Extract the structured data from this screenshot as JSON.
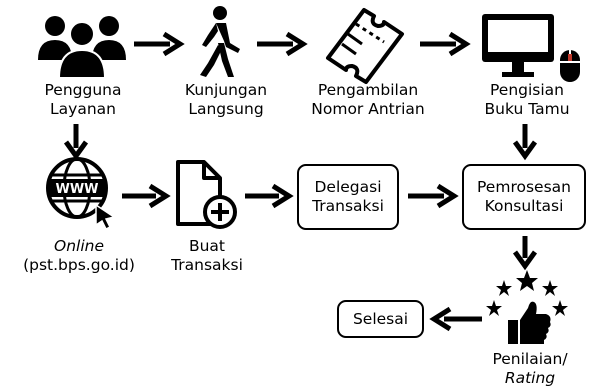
{
  "nodes": {
    "pengguna": {
      "line1": "Pengguna",
      "line2": "Layanan",
      "icon": "users-icon"
    },
    "kunjungan": {
      "line1": "Kunjungan",
      "line2": "Langsung",
      "icon": "walking-person-icon"
    },
    "antrian": {
      "line1": "Pengambilan",
      "line2": "Nomor Antrian",
      "icon": "ticket-icon"
    },
    "bukutamu": {
      "line1": "Pengisian",
      "line2": "Buku Tamu",
      "icon": "computer-mouse-icon"
    },
    "online": {
      "line1": "Online",
      "line2": "(pst.bps.go.id)",
      "icon": "www-globe-icon"
    },
    "transaksi": {
      "line1": "Buat",
      "line2": "Transaksi",
      "icon": "new-file-icon"
    },
    "delegasi": {
      "line1": "Delegasi",
      "line2": "Transaksi"
    },
    "konsultasi": {
      "line1": "Pemrosesan",
      "line2": "Konsultasi"
    },
    "selesai": {
      "label": "Selesai"
    },
    "penilaian": {
      "line1": "Penilaian/",
      "line2": "Rating",
      "icon": "thumbs-up-stars-icon"
    }
  },
  "colors": {
    "ink": "#000000",
    "background": "#ffffff"
  }
}
